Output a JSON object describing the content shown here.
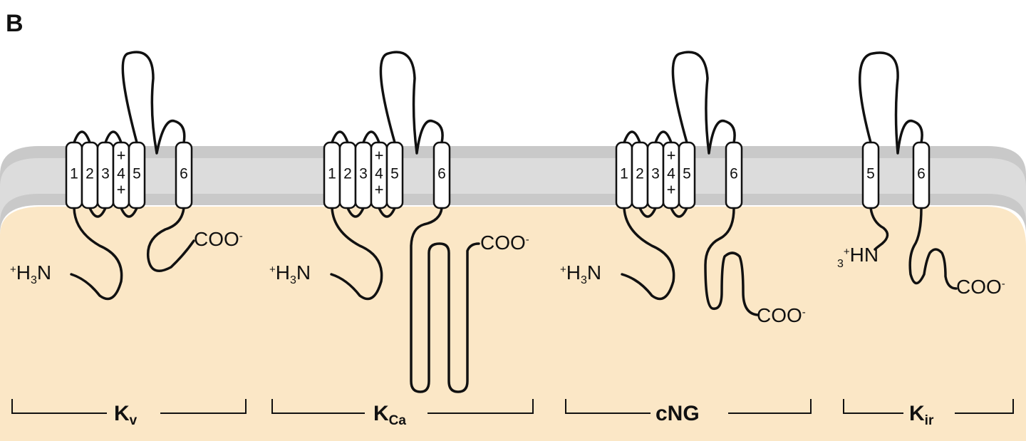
{
  "panel_label": "B",
  "colors": {
    "cytoplasm": "#fbe7c6",
    "membrane_outer": "#c9c9c9",
    "membrane_inner": "#dcdcdc",
    "line": "#111111",
    "helix_fill": "#ffffff"
  },
  "channels": [
    {
      "family": "K",
      "family_sub": "v",
      "segments": [
        "1",
        "2",
        "3",
        "4",
        "5",
        "6"
      ],
      "voltage_sensor_marks": [
        "+",
        "+"
      ],
      "n_terminus": {
        "sup": "+",
        "a": "H",
        "sub": "3",
        "b": "N"
      },
      "c_terminus": {
        "base": "COO",
        "sup": "-"
      }
    },
    {
      "family": "K",
      "family_sub": "Ca",
      "segments": [
        "1",
        "2",
        "3",
        "4",
        "5",
        "6"
      ],
      "voltage_sensor_marks": [
        "+",
        "+"
      ],
      "n_terminus": {
        "sup": "+",
        "a": "H",
        "sub": "3",
        "b": "N"
      },
      "c_terminus": {
        "base": "COO",
        "sup": "-"
      }
    },
    {
      "family": "cNG",
      "family_sub": "",
      "segments": [
        "1",
        "2",
        "3",
        "4",
        "5",
        "6"
      ],
      "voltage_sensor_marks": [
        "+",
        "+"
      ],
      "n_terminus": {
        "sup": "+",
        "a": "H",
        "sub": "3",
        "b": "N"
      },
      "c_terminus": {
        "base": "COO",
        "sup": "-"
      }
    },
    {
      "family": "K",
      "family_sub": "ir",
      "segments": [
        "5",
        "6"
      ],
      "n_terminus": {
        "sub": "3",
        "sup": "+",
        "b": "HN"
      },
      "c_terminus": {
        "base": "COO",
        "sup": "-"
      }
    }
  ]
}
